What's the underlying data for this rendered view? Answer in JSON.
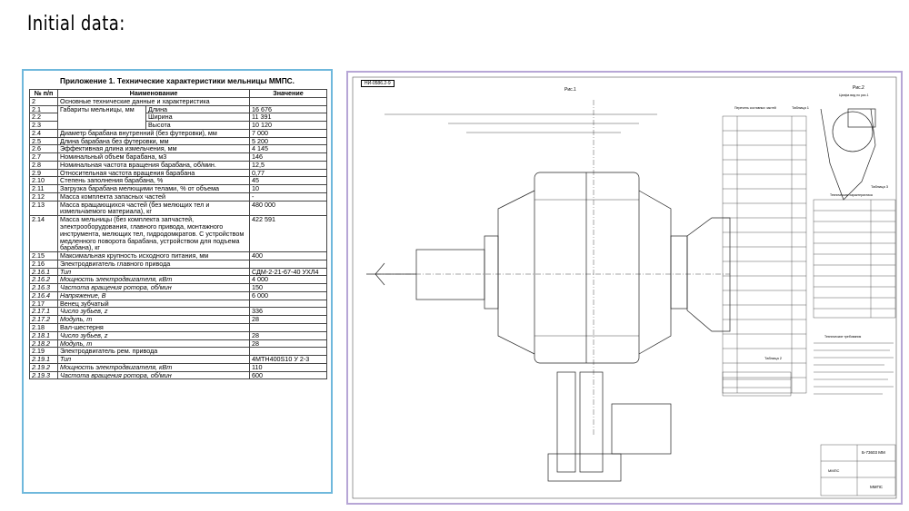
{
  "heading": "Initial data:",
  "spec": {
    "title": "Приложение 1. Технические характеристики мельницы ММПС.",
    "headers": [
      "№ п/п",
      "Наименование",
      "Значение"
    ],
    "section": {
      "num": "2",
      "name": "Основные технические данные и характеристика"
    },
    "dims": {
      "label": "Габариты мельницы, мм",
      "rows": [
        {
          "num": "2.1",
          "sub": "Длина",
          "value": "16 676"
        },
        {
          "num": "2.2",
          "sub": "Ширина",
          "value": "11 391"
        },
        {
          "num": "2.3",
          "sub": "Высота",
          "value": "10 120"
        }
      ]
    },
    "rows": [
      {
        "num": "2.4",
        "name": "Диаметр барабана внутренний (без футеровки), мм",
        "value": "7 000",
        "style": ""
      },
      {
        "num": "2.5",
        "name": "Длина барабана без футеровки, мм",
        "value": "5 200",
        "style": ""
      },
      {
        "num": "2.6",
        "name": "Эффективная длина измельчения, мм",
        "value": "4 145",
        "style": ""
      },
      {
        "num": "2.7",
        "name": "Номинальный объем барабана, м3",
        "value": "146",
        "style": ""
      },
      {
        "num": "2.8",
        "name": "Номинальная частота вращения барабана, об/мин.",
        "value": "12,5",
        "style": ""
      },
      {
        "num": "2.9",
        "name": "Относительная частота вращения барабана",
        "value": "0,77",
        "style": ""
      },
      {
        "num": "2.10",
        "name": "Степень заполнения барабана, %",
        "value": "45",
        "style": ""
      },
      {
        "num": "2.11",
        "name": "Загрузка барабана мелющими телами, % от объема",
        "value": "10",
        "style": ""
      },
      {
        "num": "2.12",
        "name": "Масса комплекта запасных частей",
        "value": "-",
        "style": ""
      },
      {
        "num": "2.13",
        "name": "Масса вращающихся частей (без мелющих тел и измельчаемого материала), кг",
        "value": "480 000",
        "style": ""
      },
      {
        "num": "2.14",
        "name": "Масса мельницы (без комплекта запчастей, электрооборудования, главного привода, монтажного инструмента, мелющих тел, гидродомкратов. С устройством медленного поворота барабана, устройством для подъема барабана), кг",
        "value": "422 591",
        "style": ""
      },
      {
        "num": "2.15",
        "name": "Максимальная крупность исходного питания, мм",
        "value": "400",
        "style": ""
      },
      {
        "num": "2.16",
        "name": "Электродвигатель главного привода",
        "value": "",
        "style": ""
      },
      {
        "num": "2.16.1",
        "name": "Тип",
        "value": "СДМ-2-21-67-40 УХЛ4",
        "style": "it"
      },
      {
        "num": "2.16.2",
        "name": "Мощность электродвигателя, кВт",
        "value": "4 000",
        "style": "it"
      },
      {
        "num": "2.16.3",
        "name": "Частота вращения ротора, об/мин",
        "value": "150",
        "style": "it"
      },
      {
        "num": "2.16.4",
        "name": "Напряжение, В",
        "value": "6 000",
        "style": "it"
      },
      {
        "num": "2.17",
        "name": "Венец зубчатый",
        "value": "",
        "style": ""
      },
      {
        "num": "2.17.1",
        "name": "Число зубьев, z",
        "value": "336",
        "style": "it"
      },
      {
        "num": "2.17.2",
        "name": "Модуль, m",
        "value": "28",
        "style": "it"
      },
      {
        "num": "2.18",
        "name": "Вал-шестерня",
        "value": "",
        "style": ""
      },
      {
        "num": "2.18.1",
        "name": "Число зубьев, z",
        "value": "28",
        "style": "it"
      },
      {
        "num": "2.18.2",
        "name": "Модуль, m",
        "value": "28",
        "style": "it"
      },
      {
        "num": "2.19",
        "name": "Электродвигатель рем. привода",
        "value": "",
        "style": ""
      },
      {
        "num": "2.19.1",
        "name": "Тип",
        "value": "4МТН400S10 У 2-3",
        "style": "it"
      },
      {
        "num": "2.19.2",
        "name": "Мощность электродвигателя, кВт",
        "value": "110",
        "style": "it"
      },
      {
        "num": "2.19.3",
        "name": "Частота вращения ротора, об/мин",
        "value": "600",
        "style": "it"
      }
    ]
  },
  "drawing": {
    "code": "НИ-0586.2-9",
    "view_main": "Рис.1",
    "view_side": "Рис.2",
    "view_side_caption": "Цапфа вид по рис.1",
    "table1_label": "Таблица 1",
    "table2_label": "Таблица 2",
    "table3_label": "Таблица 3",
    "parts_caption": "Перечень составных частей",
    "specs_caption": "Техническая характеристика",
    "notes_caption": "Технические требования",
    "stamp_code": "Б-73603 ММ",
    "stamp_name": "ММПС",
    "stamp_sheet": "ММПС"
  }
}
